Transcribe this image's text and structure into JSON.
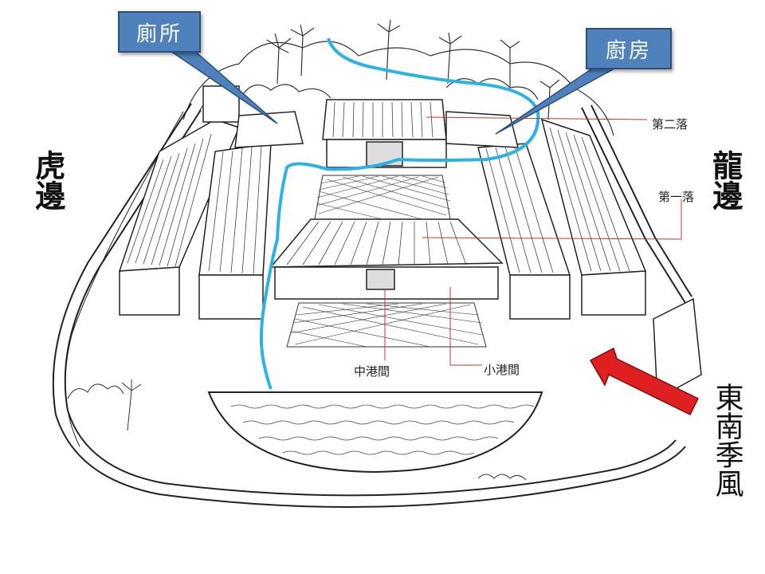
{
  "callouts": {
    "toilet": "廁所",
    "kitchen": "廚房"
  },
  "side_labels": {
    "tiger_side": "虎邊",
    "dragon_side": "龍邊",
    "monsoon": "東南季風"
  },
  "building_labels": {
    "second_hall": "第二落",
    "first_hall": "第一落",
    "center_bay": "中港間",
    "side_bay": "小港間"
  },
  "colors": {
    "callout_fill": "#4f81bd",
    "flow_line": "#2bb3e6",
    "wind_arrow": "#e02020",
    "leader_line": "#c0392b"
  }
}
